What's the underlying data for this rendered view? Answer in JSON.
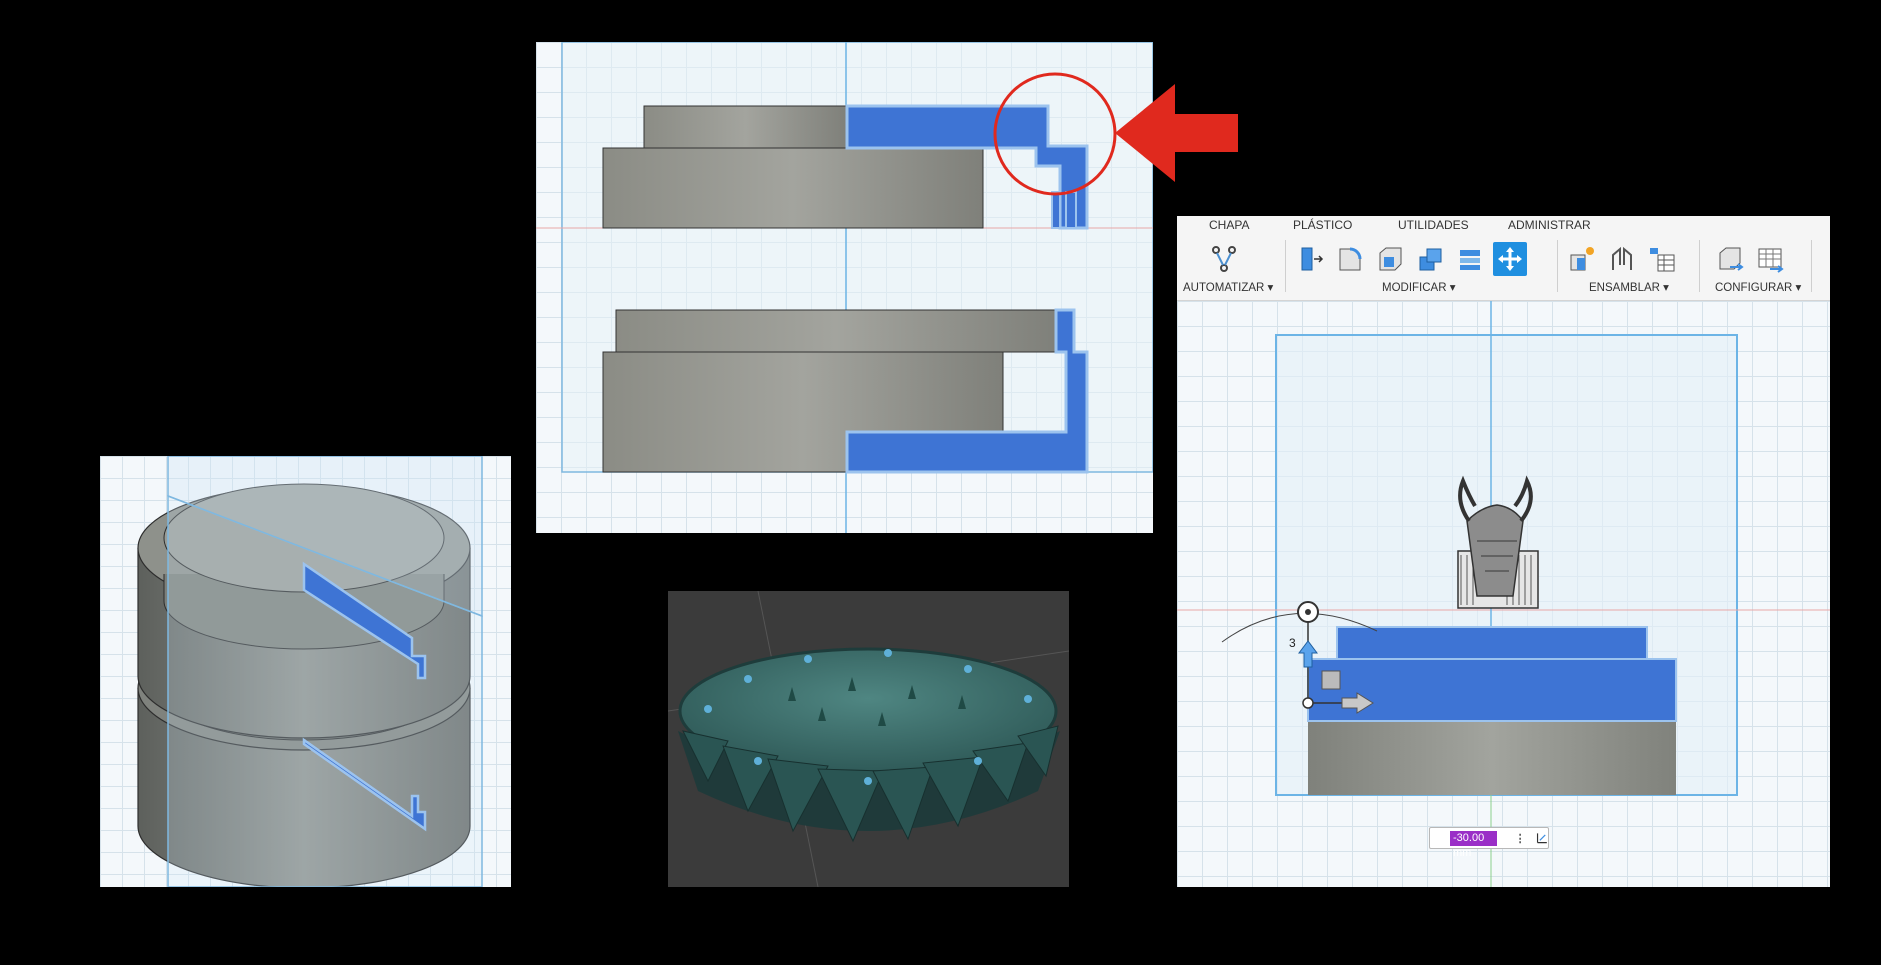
{
  "ribbon": {
    "tabs": [
      "CHAPA",
      "PLÁSTICO",
      "UTILIDADES",
      "ADMINISTRAR"
    ],
    "groups": {
      "automatizar": "AUTOMATIZAR ▾",
      "modificar": "MODIFICAR ▾",
      "ensamblar": "ENSAMBLAR ▾",
      "configurar": "CONFIGURAR ▾"
    }
  },
  "viewport": {
    "dimension_value": "-30.00 mm",
    "manipulator_label": "3"
  },
  "colors": {
    "accent_blue": "#3e74d4",
    "gray_body": "#8a8c86",
    "arrow_red": "#e0291e",
    "highlight_purple": "#9a2fc7"
  }
}
